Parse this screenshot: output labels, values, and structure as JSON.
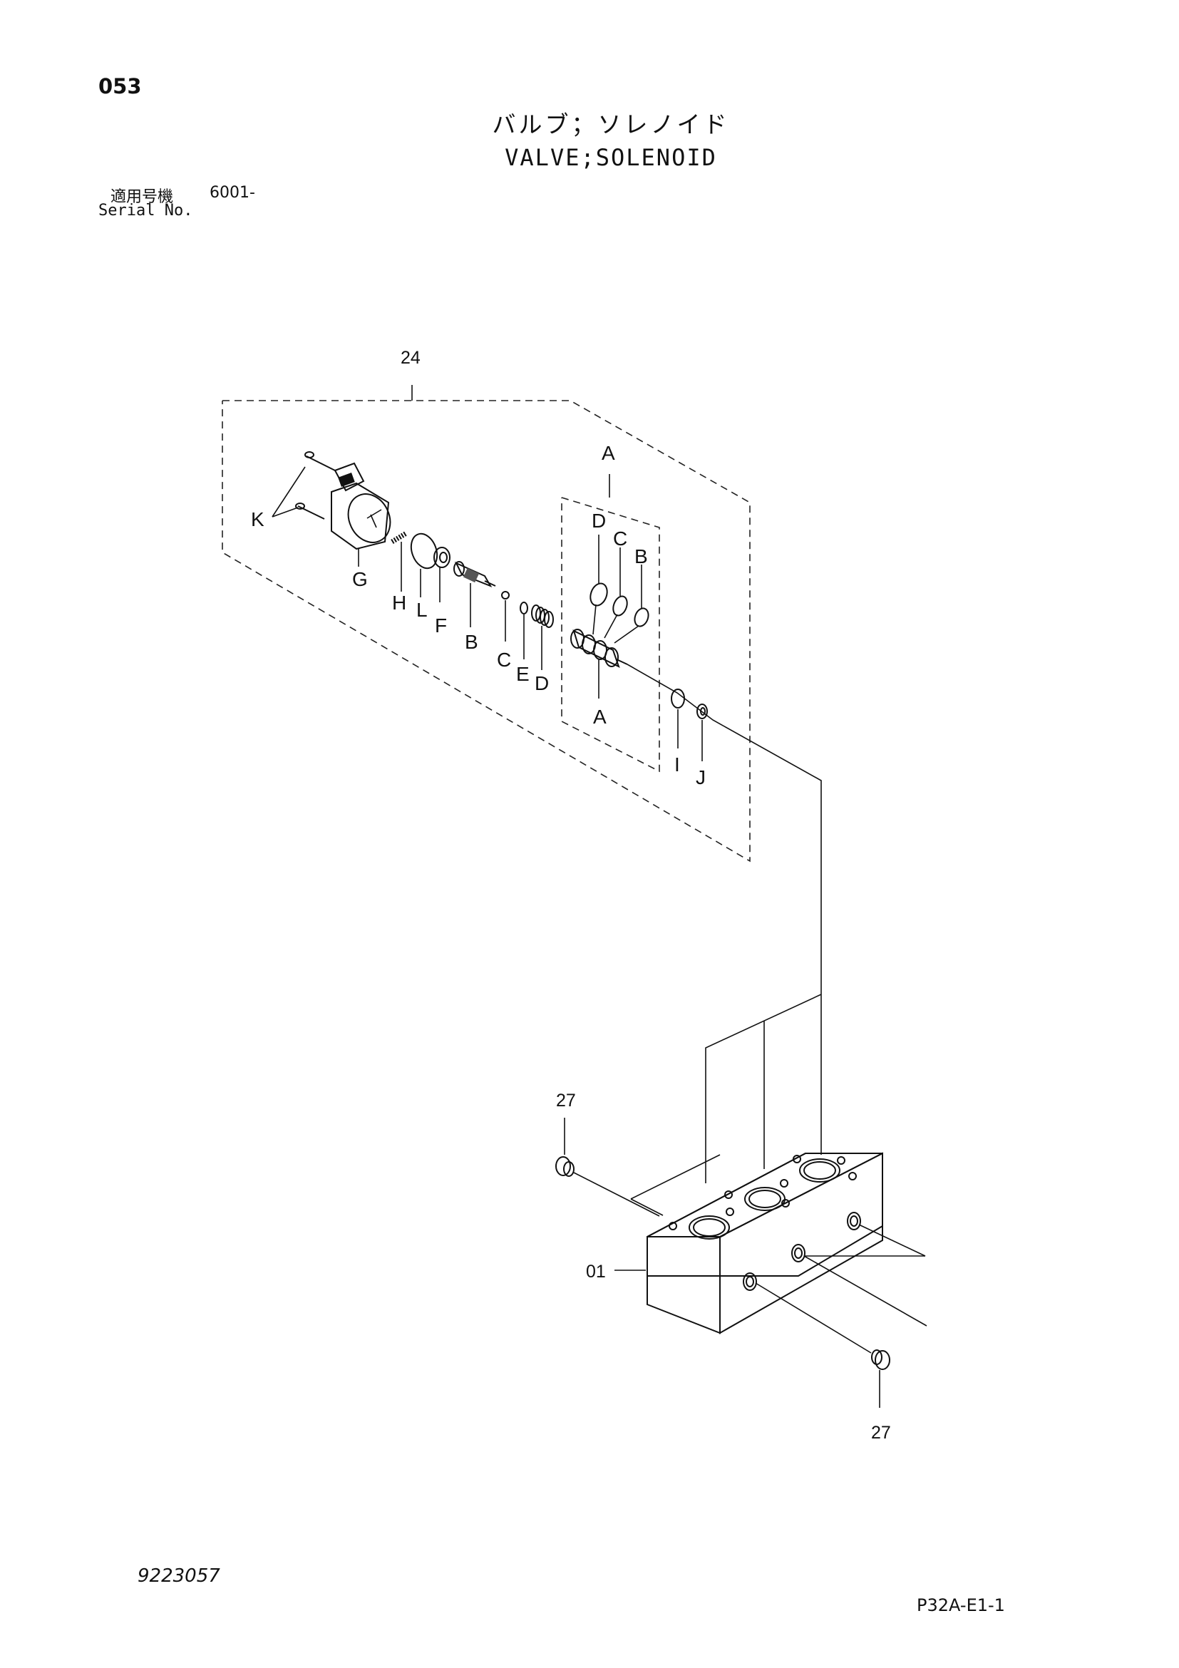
{
  "header": {
    "page_number": "053",
    "title_jp": "バルブ；ソレノイド",
    "title_en": "VALVE;SOLENOID",
    "serial_label_jp": "適用号機",
    "serial_value": "6001-",
    "serial_label_en": "Serial No."
  },
  "callouts": {
    "assembly": "24",
    "subassembly": "A",
    "plug_upper": "27",
    "plug_lower": "27",
    "body": "01",
    "letters": {
      "K": "K",
      "G": "G",
      "H": "H",
      "L": "L",
      "F": "F",
      "B": "B",
      "C": "C",
      "E": "E",
      "D": "D",
      "A": "A",
      "I": "I",
      "J": "J",
      "sub_D": "D",
      "sub_C": "C",
      "sub_B": "B"
    }
  },
  "footer": {
    "figure_number": "9223057",
    "sheet_code": "P32A-E1-1"
  }
}
